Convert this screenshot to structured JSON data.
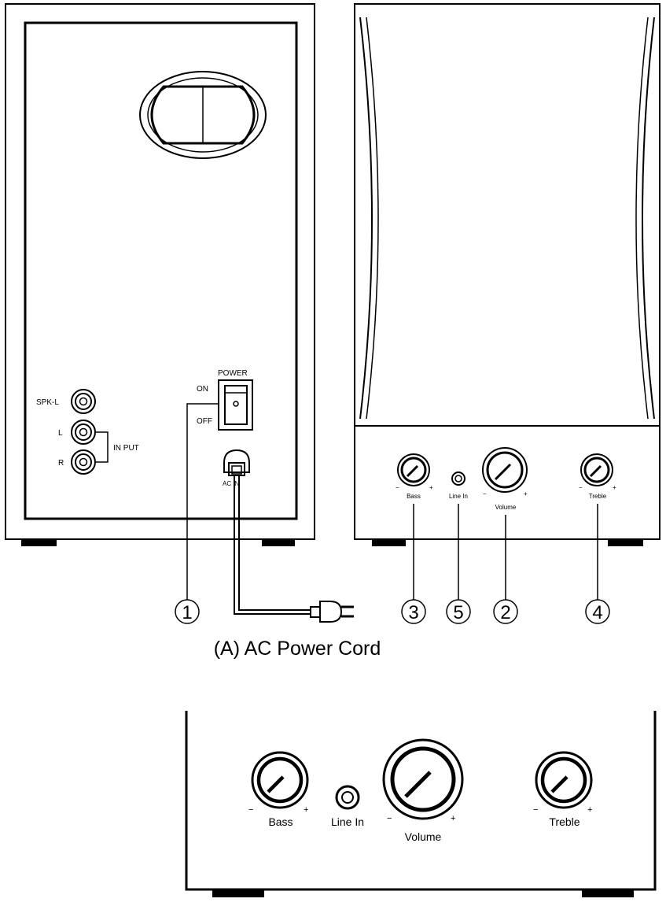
{
  "rear_panel": {
    "spk_l": "SPK-L",
    "in_l": "L",
    "in_r": "R",
    "input": "IN PUT",
    "power": "POWER",
    "on": "ON",
    "off": "OFF",
    "ac_in": "AC IN"
  },
  "front_panel": {
    "minus": "−",
    "plus": "+",
    "bass": "Bass",
    "line_in": "Line In",
    "volume": "Volume",
    "treble": "Treble"
  },
  "callouts": [
    "1",
    "3",
    "5",
    "2",
    "4"
  ],
  "caption": "(A) AC Power Cord",
  "closeup": {
    "minus": "−",
    "plus": "+",
    "bass": "Bass",
    "line_in": "Line In",
    "volume": "Volume",
    "treble": "Treble"
  }
}
